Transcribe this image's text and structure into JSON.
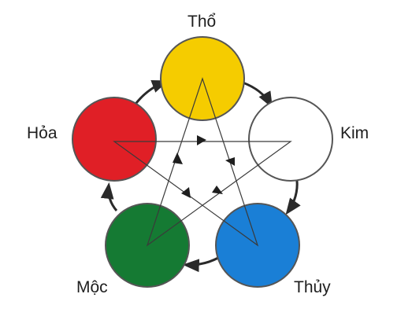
{
  "elements": [
    {
      "id": "tho",
      "label": "Thổ",
      "color": "#f5cc00"
    },
    {
      "id": "kim",
      "label": "Kim",
      "color": "#ffffff"
    },
    {
      "id": "thuy",
      "label": "Thủy",
      "color": "#1a7fd6"
    },
    {
      "id": "moc",
      "label": "Mộc",
      "color": "#157a33"
    },
    {
      "id": "hoa",
      "label": "Hỏa",
      "color": "#e01f26"
    }
  ],
  "generating_cycle": [
    "tho",
    "kim",
    "thuy",
    "moc",
    "hoa"
  ],
  "controlling_cycle": [
    "hoa",
    "kim",
    "moc",
    "tho",
    "thuy"
  ]
}
